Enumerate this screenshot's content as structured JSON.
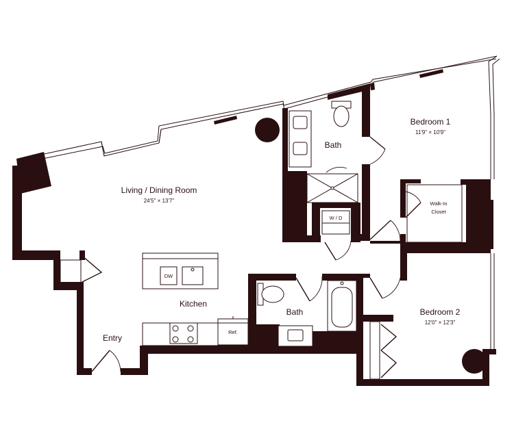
{
  "rooms": {
    "living": {
      "name": "Living / Dining Room",
      "dim": "24'5\" × 13'7\""
    },
    "bedroom1": {
      "name": "Bedroom 1",
      "dim": "11'9\" × 10'9\""
    },
    "bedroom2": {
      "name": "Bedroom 2",
      "dim": "12'0\" × 12'3\""
    },
    "kitchen": {
      "name": "Kitchen"
    },
    "bath_upper": {
      "name": "Bath"
    },
    "bath_lower": {
      "name": "Bath"
    },
    "entry": {
      "name": "Entry"
    },
    "closet": {
      "line1": "Walk-In",
      "line2": "Closet"
    }
  },
  "fixtures": {
    "dishwasher": "DW",
    "washer_dryer": "W / D",
    "refrigerator": "Ref."
  },
  "colors": {
    "wall": "#2a0f10",
    "background": "#ffffff"
  }
}
